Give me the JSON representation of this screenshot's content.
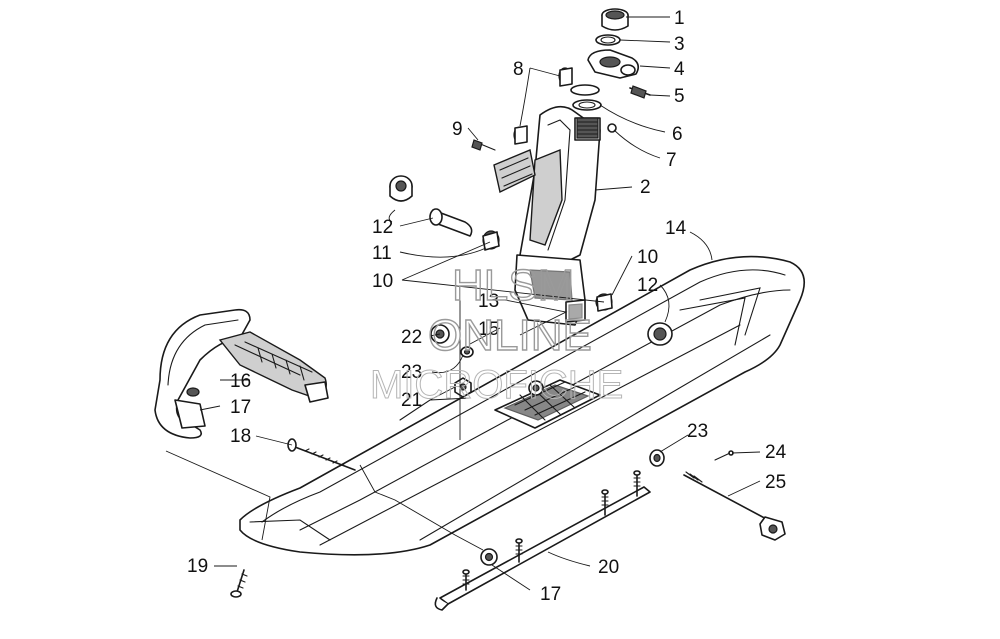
{
  "callouts": {
    "c1": "1",
    "c2": "2",
    "c3": "3",
    "c4": "4",
    "c5": "5",
    "c6": "6",
    "c7": "7",
    "c8": "8",
    "c9": "9",
    "c10a": "10",
    "c10b": "10",
    "c11": "11",
    "c12a": "12",
    "c12b": "12",
    "c13": "13",
    "c14": "14",
    "c15": "15",
    "c16": "16",
    "c17a": "17",
    "c17b": "17",
    "c18": "18",
    "c19": "19",
    "c20": "20",
    "c21": "21",
    "c22": "22",
    "c23a": "23",
    "c23b": "23",
    "c24": "24",
    "c25": "25"
  },
  "watermark": {
    "line1": "HLSM",
    "line2": "ONLINE",
    "line3": "MICROFICHE"
  }
}
